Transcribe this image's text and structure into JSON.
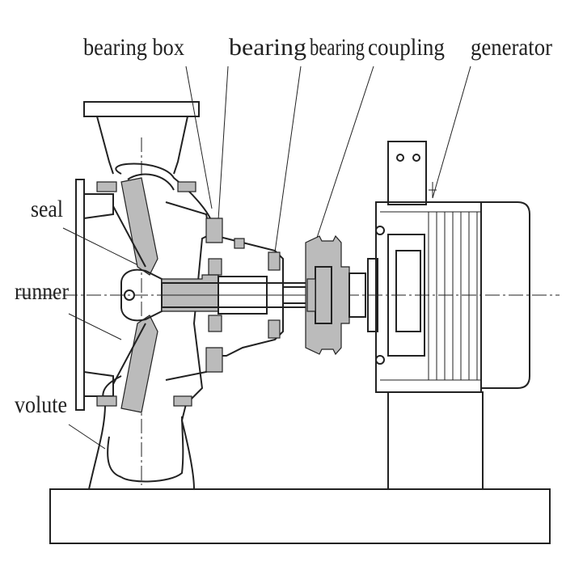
{
  "title": "Pump and generator assembly cross-section",
  "labels": {
    "bearing_box": "bearing box",
    "bearing_1": "bearing",
    "bearing_2": "bearing",
    "coupling": "coupling",
    "generator": "generator",
    "seal": "seal",
    "runner": "runner",
    "volute": "volute"
  },
  "colors": {
    "line": "#222222",
    "background": "#ffffff"
  }
}
